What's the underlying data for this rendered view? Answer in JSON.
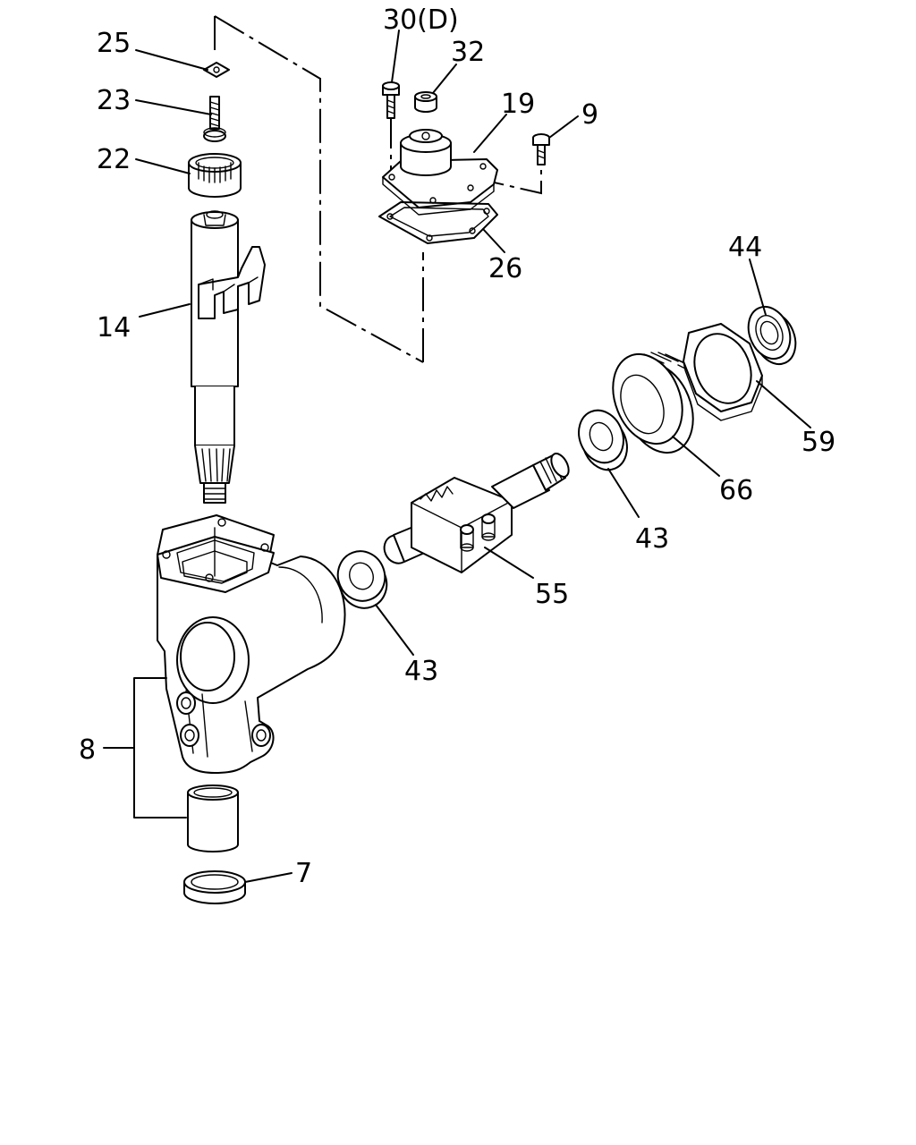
{
  "callouts": {
    "p25": "25",
    "p23": "23",
    "p22": "22",
    "p14": "14",
    "p30": "30(D)",
    "p32": "32",
    "p19": "19",
    "p9": "9",
    "p26": "26",
    "p44": "44",
    "p59": "59",
    "p66": "66",
    "p43a": "43",
    "p55": "55",
    "p43b": "43",
    "p8": "8",
    "p7": "7"
  }
}
